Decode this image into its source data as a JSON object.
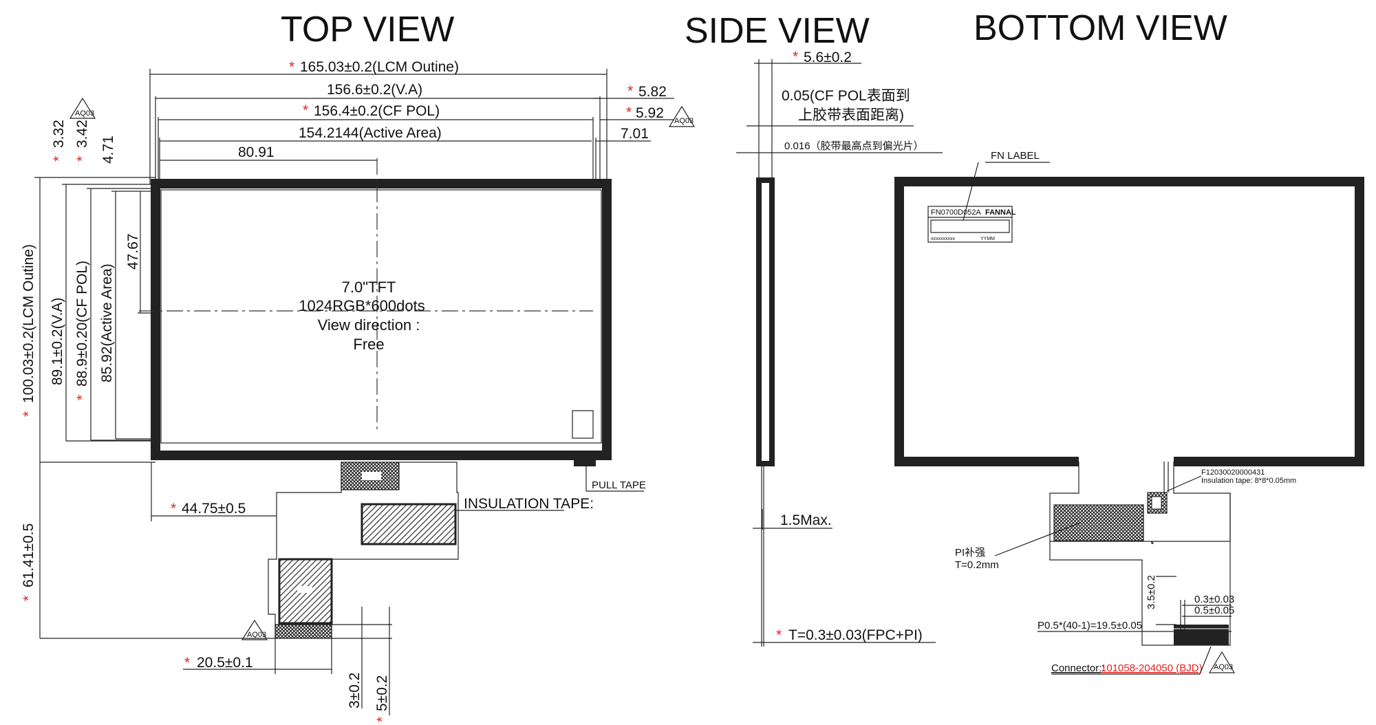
{
  "views": {
    "top": "TOP VIEW",
    "side": "SIDE VIEW",
    "bottom": "BOTTOM VIEW"
  },
  "top_view": {
    "lcm_outline_w": "165.03±0.2(LCM Outine)",
    "va_w": "156.6±0.2(V.A)",
    "cf_pol_w": "156.4±0.2(CF POL)",
    "active_w": "154.2144(Active Area)",
    "center_x": "80.91",
    "right_582": "5.82",
    "right_592": "5.92",
    "right_701": "7.01",
    "left_332": "3.32",
    "left_342": "3.42",
    "left_471": "4.71",
    "lcm_outline_h": "100.03±0.2(LCM Outine)",
    "va_h": "89.1±0.2(V.A)",
    "cf_pol_h": "88.9±0.20(CF POL)",
    "active_h": "85.92(Active Area)",
    "center_y": "47.67",
    "center_text": [
      "7.0\"TFT",
      "1024RGB*600dots",
      "View direction :",
      "Free"
    ],
    "fpc_offset": "44.75±0.5",
    "insulation_tape": "INSULATION TAPE:",
    "pull_tape": "PULL TAPE",
    "fpc_length": "61.41±0.5",
    "fpc_width": "20.5±0.1",
    "dim_3": "3±0.2",
    "dim_5": "5±0.2",
    "badge": "AQ03"
  },
  "side_view": {
    "thickness": "5.6±0.2",
    "cf_pol_dist_1": "0.05(CF POL表面到",
    "cf_pol_dist_2": "上胶带表面距离)",
    "tape_dist": "0.016（胶带最高点到偏光片）",
    "max": "1.5Max.",
    "fpc_thickness": "T=0.3±0.03(FPC+PI)"
  },
  "bottom_view": {
    "fn_label": "FN LABEL",
    "label_part": "FN0700D052A",
    "label_brand": "FANNAL",
    "label_code": "xxxxxxxxxx",
    "label_date": "YYMM",
    "part_no": "F12030020000431",
    "insulation_spec": "Insulation tape: 8*8*0.05mm",
    "pi_stiffener": "PI补强",
    "pi_thickness": "T=0.2mm",
    "dim_35": "3.5±0.2",
    "dim_03": "0.3±0.03",
    "dim_05": "0.5±0.05",
    "pitch": "P0.5*(40-1)=19.5±0.05",
    "connector_prefix": "Connector::",
    "connector_part": "101058-204050 (BJD)"
  }
}
